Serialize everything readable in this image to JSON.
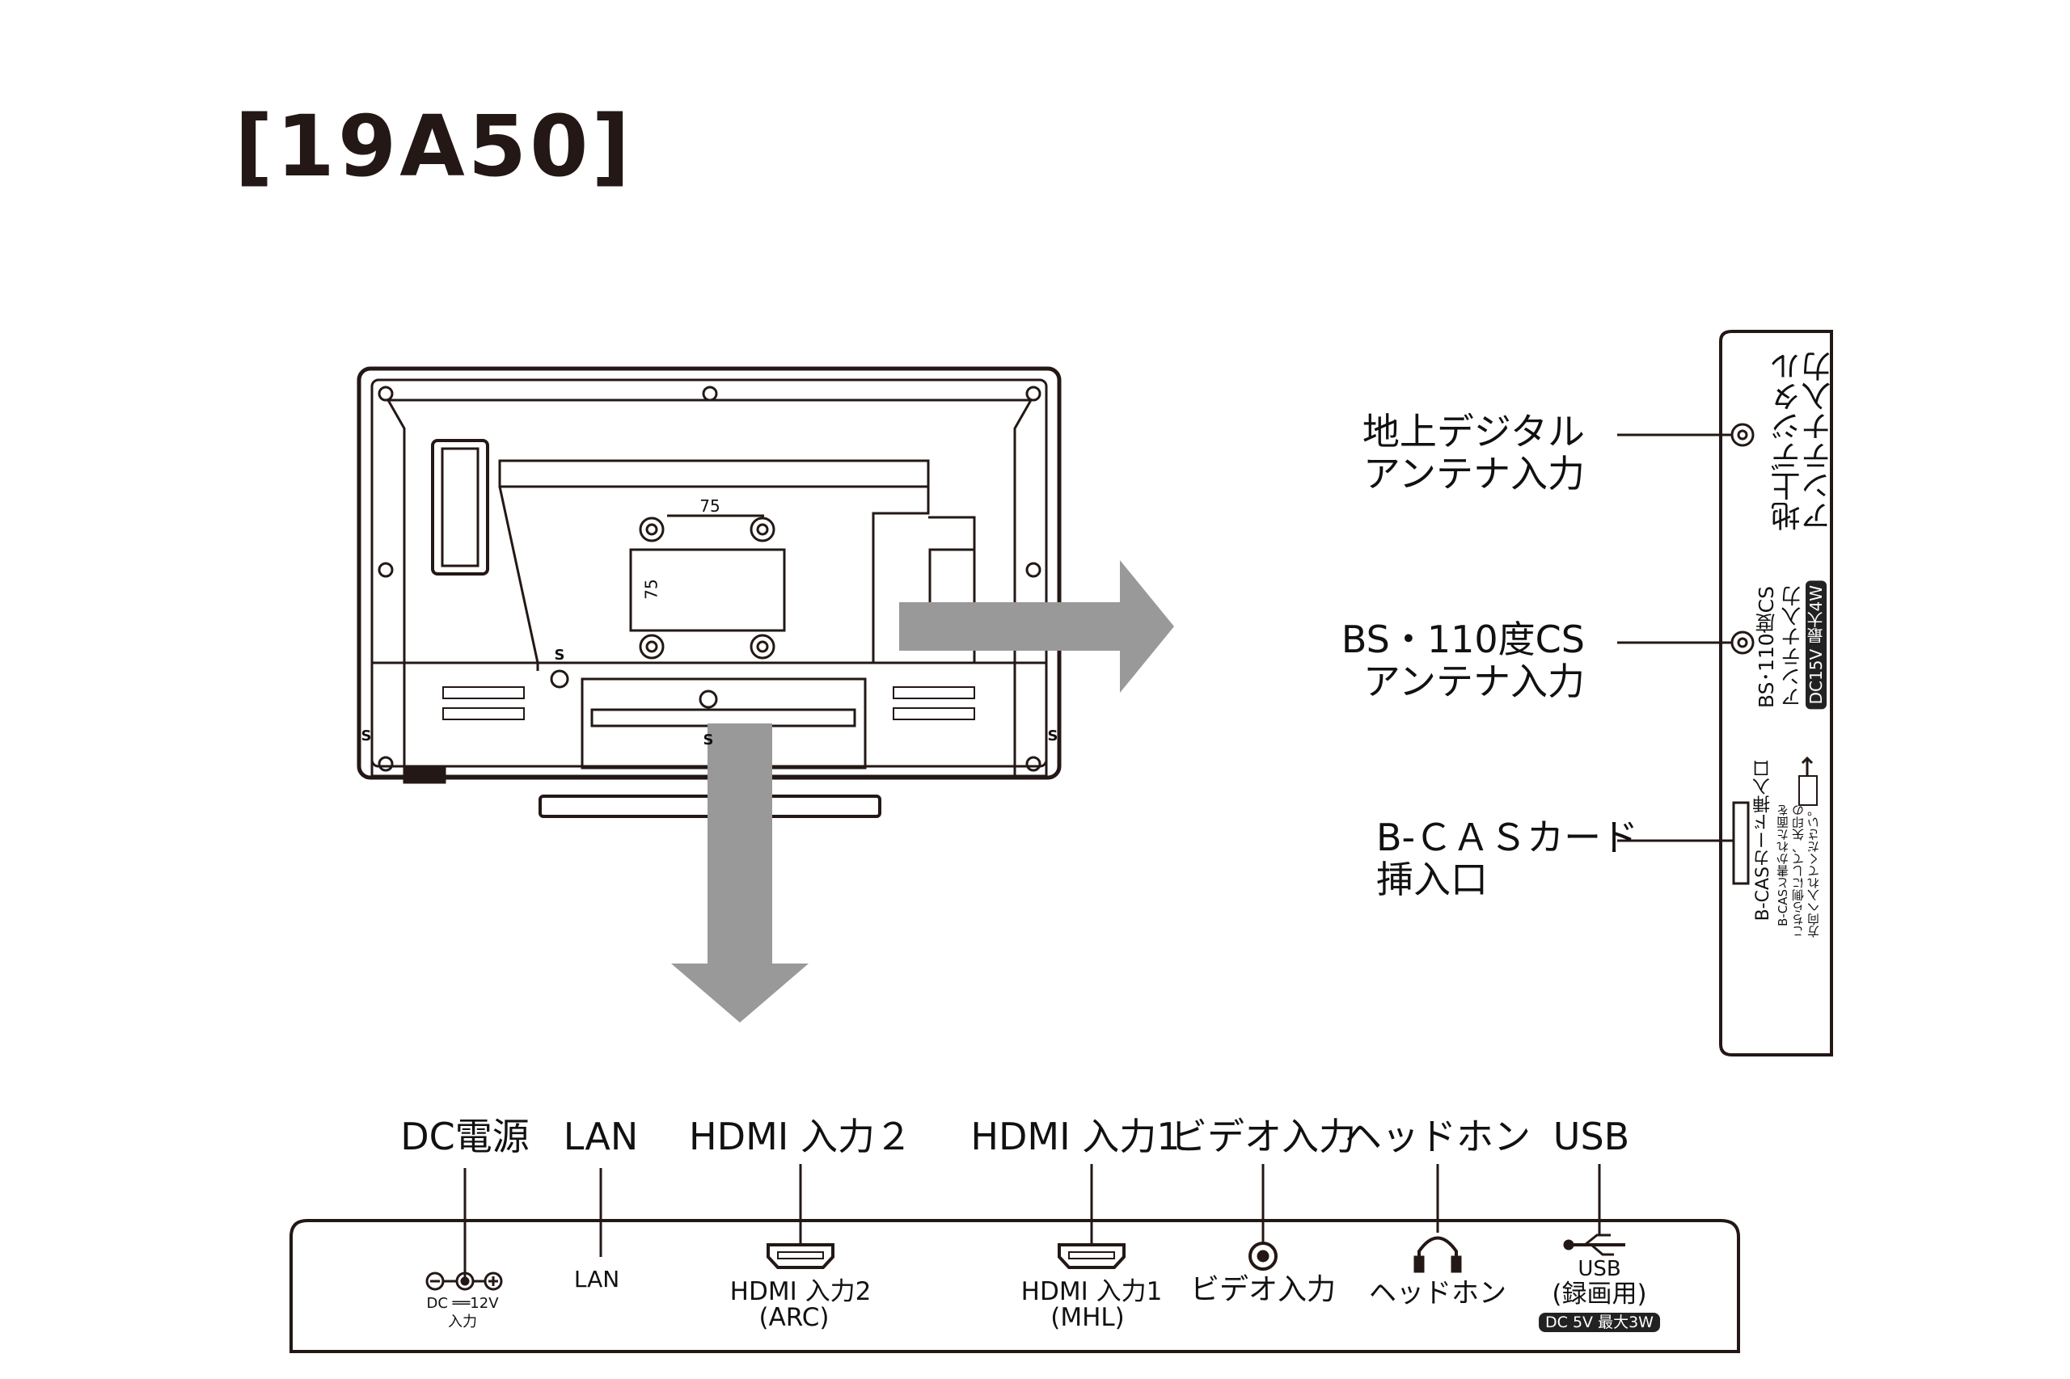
{
  "title": "[19A50]",
  "side_panel": {
    "callouts": [
      {
        "id": "terrestrial",
        "line1": "地上デジタル",
        "line2": "アンテナ入力"
      },
      {
        "id": "bscs",
        "line1": "BS・110度CS",
        "line2": "アンテナ入力"
      },
      {
        "id": "bcas",
        "line1": "B-ＣＡＳカード",
        "line2": "挿入口"
      }
    ],
    "panel_labels": {
      "terrestrial_line1": "地上デジタル",
      "terrestrial_line2": "アンテナ入力",
      "bscs_line1": "BS･110度CS",
      "bscs_line2": "アンテナ入力",
      "bscs_power": "DC15V 最大4W",
      "bcas_title": "B-CASカード挿入口",
      "bcas_note1": "B-CASと書かれた面を",
      "bcas_note2": "こちら側にして、矢印の",
      "bcas_note3": "方向へ入れてください。"
    }
  },
  "dimensions": {
    "horizontal": "75",
    "vertical": "75"
  },
  "mount_marks": {
    "screw": "S"
  },
  "bottom_panel": {
    "headings": {
      "dc": "DC電源",
      "lan": "LAN",
      "hdmi2": "HDMI 入力２",
      "hdmi1": "HDMI 入力1",
      "video": "ビデオ入力",
      "headphone": "ヘッドホン",
      "usb": "USB"
    },
    "port_labels": {
      "dc_spec": "DC ══12V",
      "dc_sub": "入力",
      "lan": "LAN",
      "hdmi2_line1": "HDMI 入力2",
      "hdmi2_line2": "(ARC)",
      "hdmi1_line1": "HDMI 入力1",
      "hdmi1_line2": "(MHL)",
      "video": "ビデオ入力",
      "headphone": "ヘッドホン",
      "usb_line1": "USB",
      "usb_line2": "(録画用)",
      "usb_power": "DC 5V 最大3W"
    }
  },
  "colors": {
    "arrow": "#999999",
    "line": "#231815"
  }
}
